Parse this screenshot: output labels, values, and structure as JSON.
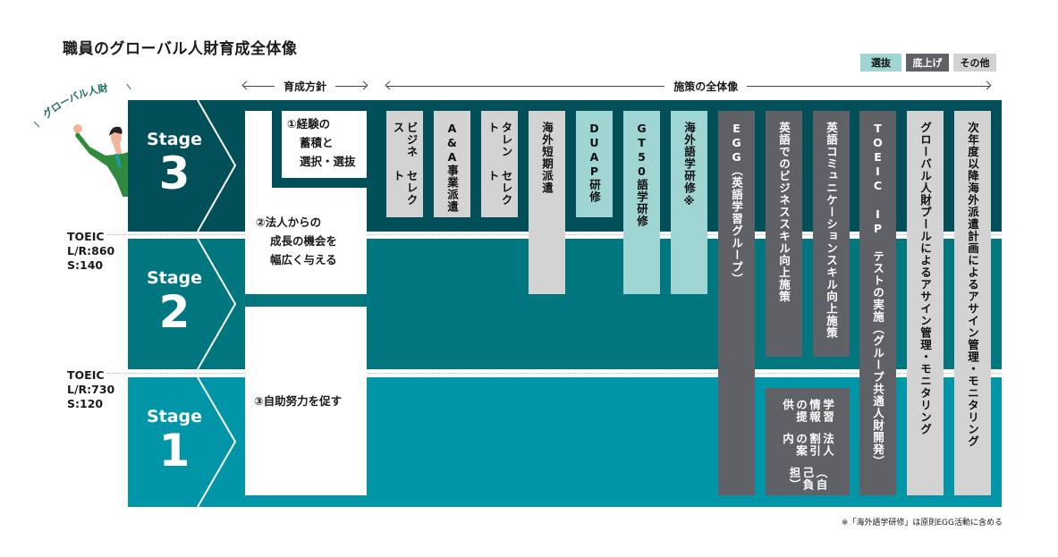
{
  "title": "職員のグローバル人財育成全体像",
  "legend": [
    {
      "label": "選抜",
      "color": "#9fd5d2"
    },
    {
      "label": "底上げ",
      "color": "#5f6166"
    },
    {
      "label": "その他",
      "color": "#d3d3d3"
    }
  ],
  "headers": {
    "policy": "育成方針",
    "measures": "施策の全体像"
  },
  "global_talent_label": "グローバル人財",
  "stages": [
    {
      "label": "Stage",
      "number": "3",
      "color": "#014f59"
    },
    {
      "label": "Stage",
      "number": "2",
      "color": "#00767e"
    },
    {
      "label": "Stage",
      "number": "1",
      "color": "#0096a8"
    }
  ],
  "toeic_thresholds": [
    {
      "line1": "TOEIC",
      "line2": "L/R:860",
      "line3": "S:140"
    },
    {
      "line1": "TOEIC",
      "line2": "L/R:730",
      "line3": "S:120"
    }
  ],
  "policies": [
    {
      "line1": "①経験の",
      "line2": "蓄積と",
      "line3": "選択・選抜"
    },
    {
      "line1": "②法人からの",
      "line2": "成長の機会を",
      "line3": "幅広く与える"
    },
    {
      "line1": "③自助努力を促す"
    }
  ],
  "measures": [
    {
      "text": "ビジネスセレクト",
      "lines": [
        "ビジネス",
        "セレクト"
      ],
      "type": "その他"
    },
    {
      "text": "A&A事業派遣",
      "lines": [
        "A&A",
        "事業派遣"
      ],
      "type": "その他"
    },
    {
      "text": "タレントセレクト",
      "lines": [
        "タレント",
        "セレクト"
      ],
      "type": "その他"
    },
    {
      "text": "海外短期派遣",
      "lines": [
        "海外短期派遣"
      ],
      "type": "その他"
    },
    {
      "text": "DUAP研修",
      "lines": [
        "DUAP研修"
      ],
      "type": "選抜"
    },
    {
      "text": "GT50語学研修",
      "lines": [
        "GT50語学研修"
      ],
      "type": "選抜"
    },
    {
      "text": "海外語学研修※",
      "lines": [
        "海外語学研修※"
      ],
      "type": "選抜"
    },
    {
      "text": "EGG（英語学習グループ）",
      "lines": [
        "EGG（英語学習グループ）"
      ],
      "type": "底上げ"
    },
    {
      "text": "英語でのビジネススキル向上施策",
      "lines": [
        "英語でのビジネススキル向上施策"
      ],
      "type": "底上げ"
    },
    {
      "text": "英語コミュニケーションスキル向上施策",
      "lines": [
        "英語コミュニケーションスキル",
        "向上施策"
      ],
      "type": "底上げ"
    },
    {
      "text": "学習情報の提供 法人割引の案内（自己負担）",
      "lines": [
        "学習情報の提供",
        "法人割引の案内",
        "（自己負担）"
      ],
      "type": "底上げ"
    },
    {
      "text": "TOEIC IP テストの実施（グループ共通人財開発）",
      "lines": [
        "TOEIC IP テストの実施（グループ共通人財開発）"
      ],
      "type": "底上げ"
    },
    {
      "text": "グローバル人財プールによるアサイン管理・モニタリング",
      "lines": [
        "グローバル人財プールによるアサイン管理・モニタリング"
      ],
      "type": "その他"
    },
    {
      "text": "次年度以降海外派遣計画によるアサイン管理・モニタリング",
      "lines": [
        "次年度以降海外派遣計画による",
        "アサイン管理・モニタリング"
      ],
      "type": "その他"
    }
  ],
  "footnote": "※「海外語学研修」は原則EGG活動に含める"
}
